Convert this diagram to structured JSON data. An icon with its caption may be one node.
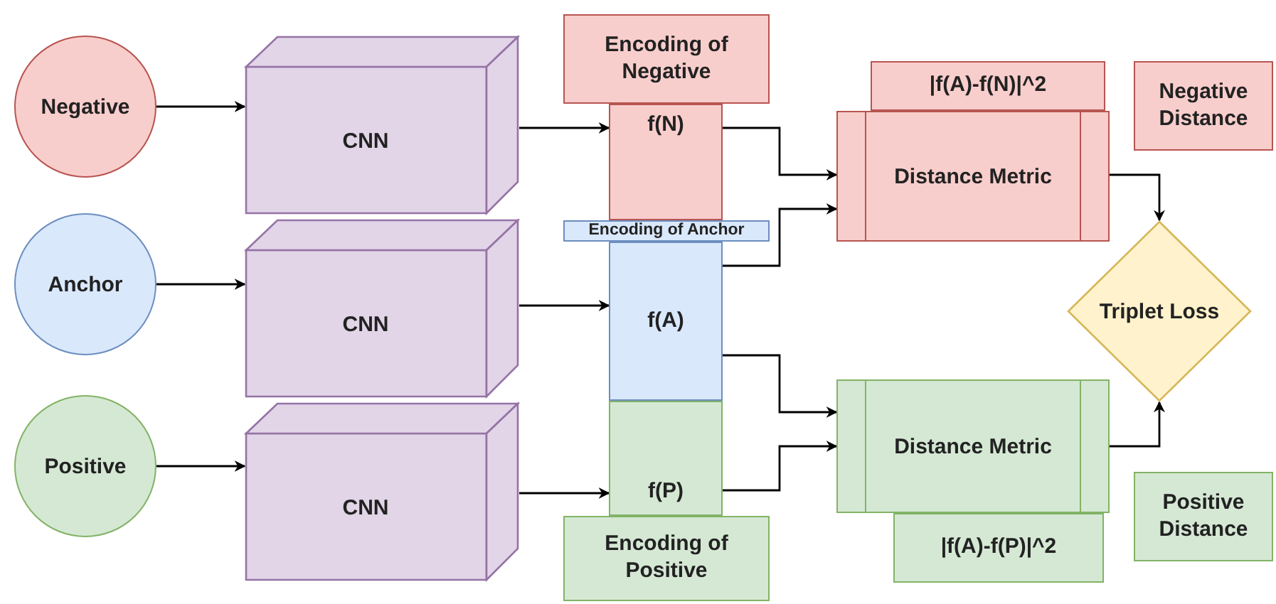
{
  "diagram": {
    "nodes": [
      {
        "text": [
          "Negative"
        ]
      },
      {
        "text": [
          "Anchor"
        ]
      },
      {
        "text": [
          "Positive"
        ]
      },
      {
        "text": [
          "CNN"
        ]
      },
      {
        "text": [
          "CNN"
        ]
      },
      {
        "text": [
          "CNN"
        ]
      },
      {
        "text": [
          "Encoding of Negative"
        ]
      },
      {
        "text": [
          "f(N)"
        ]
      },
      {
        "text": [
          "Encoding of Anchor"
        ]
      },
      {
        "text": [
          "f(A)"
        ]
      },
      {
        "text": [
          "f(P)"
        ]
      },
      {
        "text": [
          "Encoding of Positive"
        ]
      },
      {
        "text": [
          "|f(A)-f(N)|^2"
        ]
      },
      {
        "text": [
          "Distance Metric"
        ]
      },
      {
        "text": [
          "Negative Distance"
        ]
      },
      {
        "text": [
          "Triplet Loss"
        ]
      },
      {
        "text": [
          "Distance Metric"
        ]
      },
      {
        "text": [
          "|f(A)-f(P)|^2"
        ]
      },
      {
        "text": [
          "Positive Distance"
        ]
      }
    ],
    "edges": [
      {
        "from": 0,
        "to": 3,
        "arrow": "to"
      },
      {
        "from": 1,
        "to": 4,
        "arrow": "to"
      },
      {
        "from": 2,
        "to": 5,
        "arrow": "to"
      },
      {
        "from": 3,
        "to": 7,
        "arrow": "to"
      },
      {
        "from": 4,
        "to": 9,
        "arrow": "to"
      },
      {
        "from": 5,
        "to": 10,
        "arrow": "to"
      },
      {
        "from": 7,
        "to": 13,
        "arrow": "to"
      },
      {
        "from": 9,
        "to": 13,
        "arrow": "to"
      },
      {
        "from": 9,
        "to": 16,
        "arrow": "to"
      },
      {
        "from": 10,
        "to": 16,
        "arrow": "to"
      },
      {
        "from": 13,
        "to": 15,
        "arrow": "to"
      },
      {
        "from": 16,
        "to": 15,
        "arrow": "to"
      }
    ]
  }
}
